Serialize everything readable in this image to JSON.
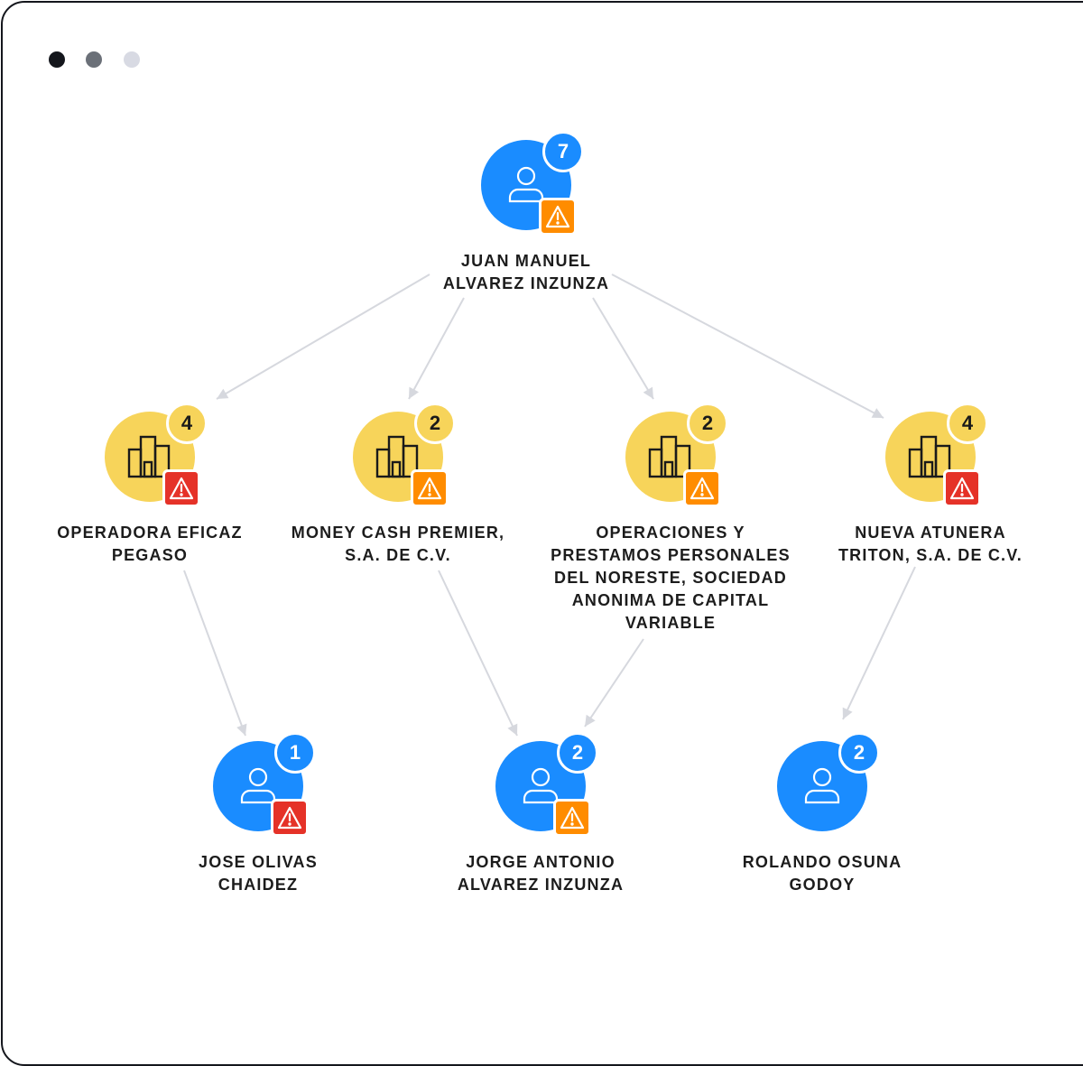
{
  "colors": {
    "person": "#1a8cff",
    "company": "#f7d45a",
    "warn_orange": "#ff8c00",
    "warn_red": "#e53228",
    "edge": "#d6d8de",
    "dot_1": "#14161c",
    "dot_2": "#6b7078",
    "dot_3": "#d8dae3"
  },
  "nodes": {
    "juan": {
      "lines": [
        "JUAN MANUEL",
        "ALVAREZ INZUNZA"
      ],
      "count": "7",
      "type": "person",
      "icon": "person-icon",
      "warning": "orange"
    },
    "eficaz": {
      "lines": [
        "OPERADORA EFICAZ",
        "PEGASO"
      ],
      "count": "4",
      "type": "company",
      "icon": "building-icon",
      "warning": "red"
    },
    "money": {
      "lines": [
        "MONEY CASH PREMIER,",
        "S.A. DE C.V."
      ],
      "count": "2",
      "type": "company",
      "icon": "building-icon",
      "warning": "orange"
    },
    "operaciones": {
      "lines": [
        "OPERACIONES Y",
        "PRESTAMOS PERSONALES",
        "DEL NORESTE, SOCIEDAD",
        "ANONIMA DE CAPITAL",
        "VARIABLE"
      ],
      "count": "2",
      "type": "company",
      "icon": "building-icon",
      "warning": "orange"
    },
    "atunera": {
      "lines": [
        "NUEVA ATUNERA",
        "TRITON, S.A. DE C.V."
      ],
      "count": "4",
      "type": "company",
      "icon": "building-icon",
      "warning": "red"
    },
    "jose": {
      "lines": [
        "JOSE OLIVAS",
        "CHAIDEZ"
      ],
      "count": "1",
      "type": "person",
      "icon": "person-icon",
      "warning": "red"
    },
    "jorge": {
      "lines": [
        "JORGE ANTONIO",
        "ALVAREZ INZUNZA"
      ],
      "count": "2",
      "type": "person",
      "icon": "person-icon",
      "warning": "orange"
    },
    "rolando": {
      "lines": [
        "ROLANDO OSUNA",
        "GODOY"
      ],
      "count": "2",
      "type": "person",
      "icon": "person-icon",
      "warning": "none"
    }
  },
  "edges": [
    [
      "juan",
      "eficaz"
    ],
    [
      "juan",
      "money"
    ],
    [
      "juan",
      "operaciones"
    ],
    [
      "juan",
      "atunera"
    ],
    [
      "eficaz",
      "jose"
    ],
    [
      "money",
      "jorge"
    ],
    [
      "operaciones",
      "jorge"
    ],
    [
      "atunera",
      "rolando"
    ]
  ]
}
